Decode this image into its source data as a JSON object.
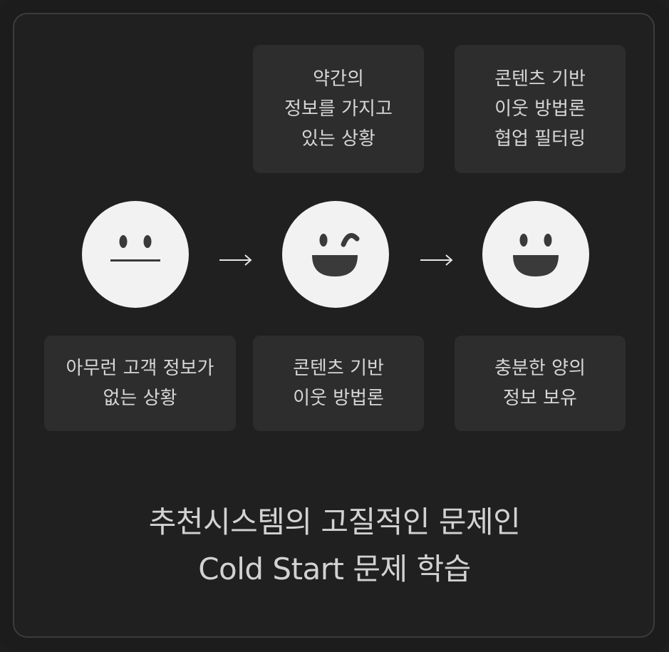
{
  "top_boxes": [
    {
      "id": "partial-info",
      "lines": [
        "약간의",
        "정보를 가지고",
        "있는 상황"
      ]
    },
    {
      "id": "hybrid",
      "lines": [
        "콘텐츠 기반",
        "이웃 방법론",
        "협업 필터링"
      ]
    }
  ],
  "bottom_boxes": [
    {
      "id": "no-info",
      "lines": [
        "아무런 고객 정보가",
        "없는 상황"
      ]
    },
    {
      "id": "content-neighbor",
      "lines": [
        "콘텐츠 기반",
        "이웃 방법론"
      ]
    },
    {
      "id": "enough-info",
      "lines": [
        "충분한 양의",
        "정보 보유"
      ]
    }
  ],
  "faces": [
    {
      "icon": "neutral-face-icon"
    },
    {
      "icon": "winking-face-icon"
    },
    {
      "icon": "smiling-face-icon"
    }
  ],
  "arrows": [
    {
      "icon": "right-arrow-icon"
    },
    {
      "icon": "right-arrow-icon"
    }
  ],
  "caption": {
    "line1": "추천시스템의 고질적인 문제인",
    "line2": "Cold Start 문제 학습"
  },
  "colors": {
    "background": "#202020",
    "box": "#2d2d2d",
    "face": "#f2f2f2",
    "face_feature": "#3a3a3a",
    "text": "#d6d6d6"
  }
}
